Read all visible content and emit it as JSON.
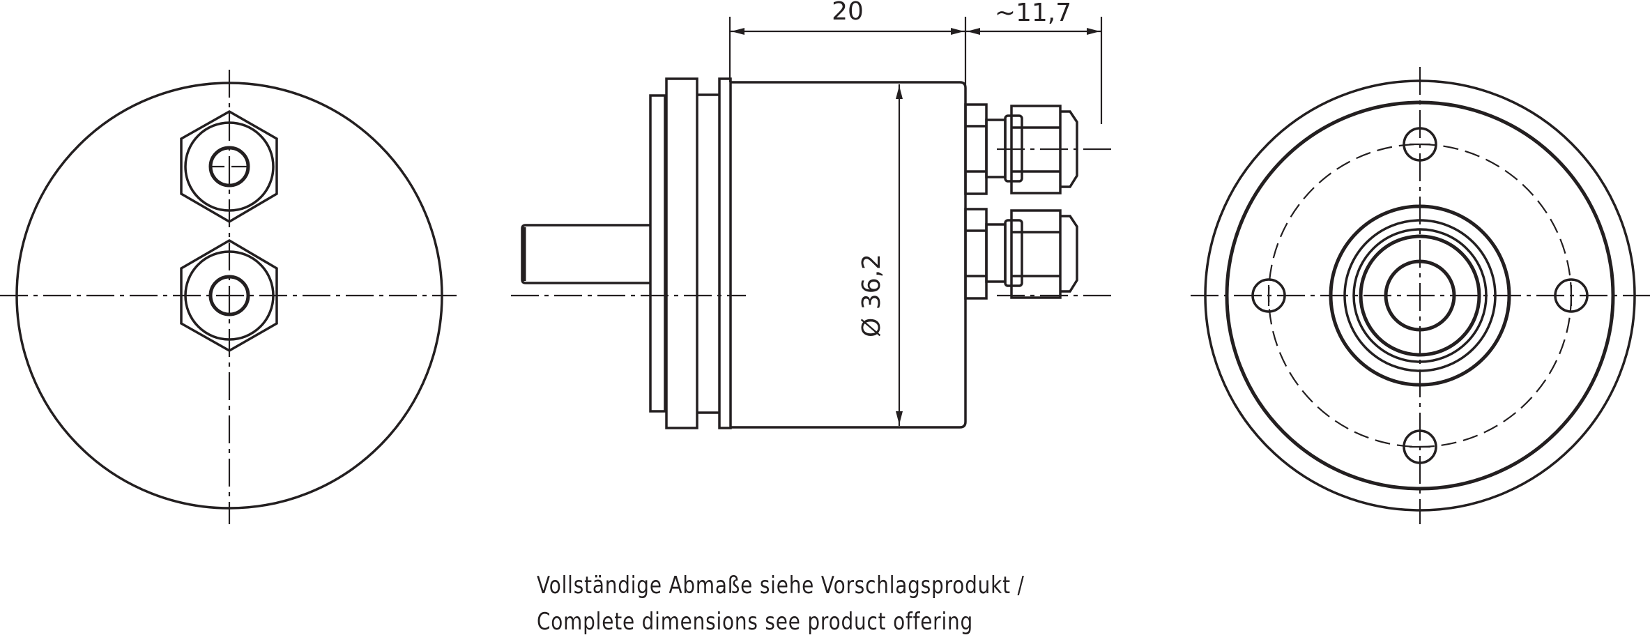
{
  "drawing": {
    "type": "technical-drawing",
    "subject": "rotary encoder with two cable glands",
    "views": [
      "rear-view",
      "side-view",
      "front-view"
    ]
  },
  "dimensions": {
    "body_length": "20",
    "gland_length": "~11,7",
    "body_diameter": "Ø 36,2"
  },
  "notes": {
    "line_de": "Vollständige Abmaße siehe Vorschlagsprodukt /",
    "line_en": "Complete dimensions see product offering"
  },
  "colors": {
    "line": "#231f20",
    "background": "#ffffff"
  }
}
